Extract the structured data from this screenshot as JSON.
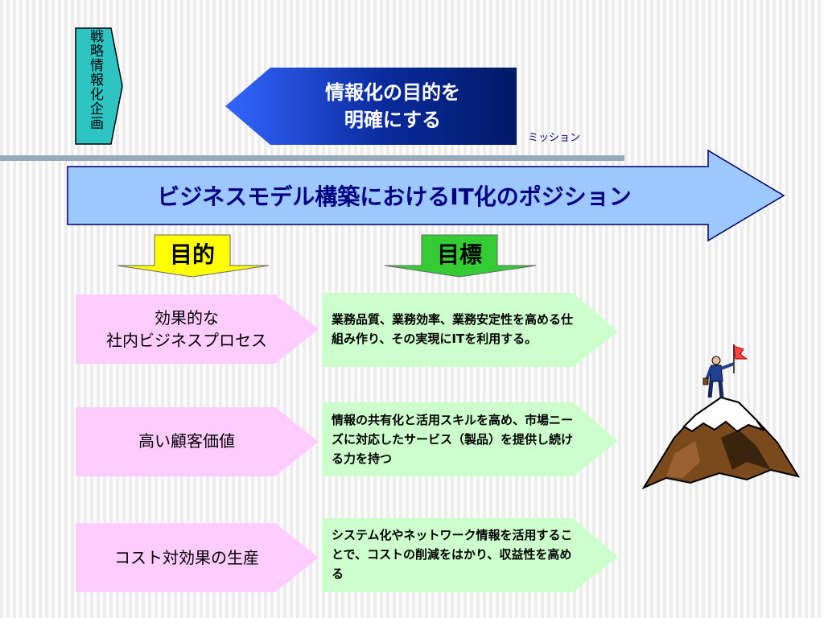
{
  "side_tag": {
    "label": "戦略情報化企画"
  },
  "mission": {
    "line1": "情報化の目的を",
    "line2": "明確にする",
    "caption": "ミッション"
  },
  "banner": {
    "text": "ビジネスモデル構築におけるIT化のポジション"
  },
  "headers": {
    "purpose": "目的",
    "goal": "目標"
  },
  "rows": [
    {
      "purpose": [
        "効果的な",
        "社内ビジネスプロセス"
      ],
      "goal": "業務品質、業務効率、業務安定性を高める仕組み作り、その実現にITを利用する。"
    },
    {
      "purpose": [
        "高い顧客価値"
      ],
      "goal": "情報の共有化と活用スキルを高め、市場ニーズに対応したサービス（製品）を提供し続ける力を持つ"
    },
    {
      "purpose": [
        "コスト対効果の生産"
      ],
      "goal": "システム化やネットワーク情報を活用することで、コストの削減をはかり、収益性を高める"
    }
  ],
  "colors": {
    "teal": "#2ec4c4",
    "mission_blue": "#0033cc",
    "banner_fill": "#9cc8ff",
    "yellow_arrow": "#ffff00",
    "green_arrow": "#33cc33",
    "pink": "#ffccff",
    "light_green": "#ccffcc"
  }
}
